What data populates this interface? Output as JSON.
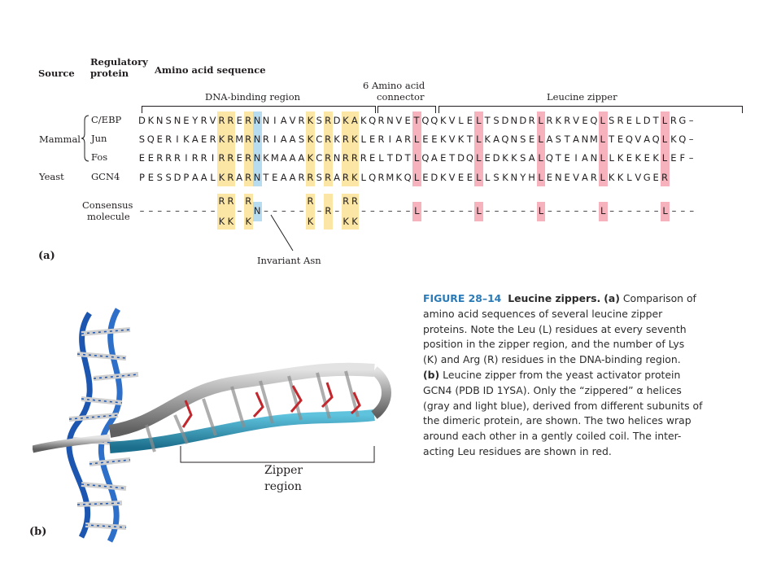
{
  "header": {
    "source": "Source",
    "regulatory_protein": [
      "Regulatory",
      "protein"
    ],
    "amino_acid_sequence": "Amino acid sequence"
  },
  "regions": {
    "dna_binding": "DNA-binding region",
    "connector": [
      "6 Amino acid",
      "connector"
    ],
    "leucine_zipper": "Leucine zipper"
  },
  "colors": {
    "yellow": "#fbe6a6",
    "blue": "#b8dcef",
    "pink": "#f6b3bd",
    "caption_blue": "#2a7ab8"
  },
  "sources": {
    "mammal": "Mammal",
    "yeast": "Yeast"
  },
  "rows": [
    {
      "protein": "C/EBP",
      "residues": [
        "D",
        "K",
        "N",
        "S",
        "N",
        "E",
        "Y",
        "R",
        "V",
        "R",
        "R",
        "E",
        "R",
        "N",
        "N",
        "I",
        "A",
        "V",
        "R",
        "K",
        "S",
        "R",
        "D",
        "K",
        "A",
        "K",
        "Q",
        "R",
        "N",
        "V",
        "E",
        "T",
        "Q",
        "Q",
        "K",
        "V",
        "L",
        "E",
        "L",
        "T",
        "S",
        "D",
        "N",
        "D",
        "R",
        "L",
        "R",
        "K",
        "R",
        "V",
        "E",
        "Q",
        "L",
        "S",
        "R",
        "E",
        "L",
        "D",
        "T",
        "L",
        "R",
        "G",
        "–"
      ]
    },
    {
      "protein": "Jun",
      "residues": [
        "S",
        "Q",
        "E",
        "R",
        "I",
        "K",
        "A",
        "E",
        "R",
        "K",
        "R",
        "M",
        "R",
        "N",
        "R",
        "I",
        "A",
        "A",
        "S",
        "K",
        "C",
        "R",
        "K",
        "R",
        "K",
        "L",
        "E",
        "R",
        "I",
        "A",
        "R",
        "L",
        "E",
        "E",
        "K",
        "V",
        "K",
        "T",
        "L",
        "K",
        "A",
        "Q",
        "N",
        "S",
        "E",
        "L",
        "A",
        "S",
        "T",
        "A",
        "N",
        "M",
        "L",
        "T",
        "E",
        "Q",
        "V",
        "A",
        "Q",
        "L",
        "K",
        "Q",
        "–"
      ]
    },
    {
      "protein": "Fos",
      "residues": [
        "E",
        "E",
        "R",
        "R",
        "R",
        "I",
        "R",
        "R",
        "I",
        "R",
        "R",
        "E",
        "R",
        "N",
        "K",
        "M",
        "A",
        "A",
        "A",
        "K",
        "C",
        "R",
        "N",
        "R",
        "R",
        "R",
        "E",
        "L",
        "T",
        "D",
        "T",
        "L",
        "Q",
        "A",
        "E",
        "T",
        "D",
        "Q",
        "L",
        "E",
        "D",
        "K",
        "K",
        "S",
        "A",
        "L",
        "Q",
        "T",
        "E",
        "I",
        "A",
        "N",
        "L",
        "L",
        "K",
        "E",
        "K",
        "E",
        "K",
        "L",
        "E",
        "F",
        "–"
      ]
    },
    {
      "protein": "GCN4",
      "residues": [
        "P",
        "E",
        "S",
        "S",
        "D",
        "P",
        "A",
        "A",
        "L",
        "K",
        "R",
        "A",
        "R",
        "N",
        "T",
        "E",
        "A",
        "A",
        "R",
        "R",
        "S",
        "R",
        "A",
        "R",
        "K",
        "L",
        "Q",
        "R",
        "M",
        "K",
        "Q",
        "L",
        "E",
        "D",
        "K",
        "V",
        "E",
        "E",
        "L",
        "L",
        "S",
        "K",
        "N",
        "Y",
        "H",
        "L",
        "E",
        "N",
        "E",
        "V",
        "A",
        "R",
        "L",
        "K",
        "K",
        "L",
        "V",
        "G",
        "E",
        "R"
      ]
    }
  ],
  "consensus": {
    "label": [
      "Consensus",
      "molecule"
    ],
    "top": [
      "R",
      "R",
      "R",
      "R",
      "R",
      "R"
    ],
    "bottom": [
      "K",
      "K",
      "K",
      "K",
      "K",
      "K"
    ],
    "mid_r": "R",
    "asn": "N",
    "leu": "L",
    "dash": "–"
  },
  "invariant_asn": "Invariant Asn",
  "panel_a": "(a)",
  "panel_b": "(b)",
  "zipper_region": [
    "Zipper",
    "region"
  ],
  "caption": {
    "fig": "FIGURE 28–14",
    "title": "Leucine zippers.",
    "a": "(a)",
    "b": "(b)",
    "lines": [
      "Comparison of",
      "amino acid sequences of several leucine zipper",
      "proteins. Note the Leu (L) residues at every seventh",
      "position in the zipper region, and the number of Lys",
      "(K) and Arg (R) residues in the DNA-binding region.",
      "Leucine zipper from the yeast activator protein",
      "GCN4 (PDB ID 1YSA). Only the “zippered” α helices",
      "(gray and light blue), derived from different subunits of",
      "the dimeric protein, are shown. The two helices wrap",
      "around each other in a gently coiled coil. The inter-",
      "acting Leu residues are shown in red."
    ]
  }
}
